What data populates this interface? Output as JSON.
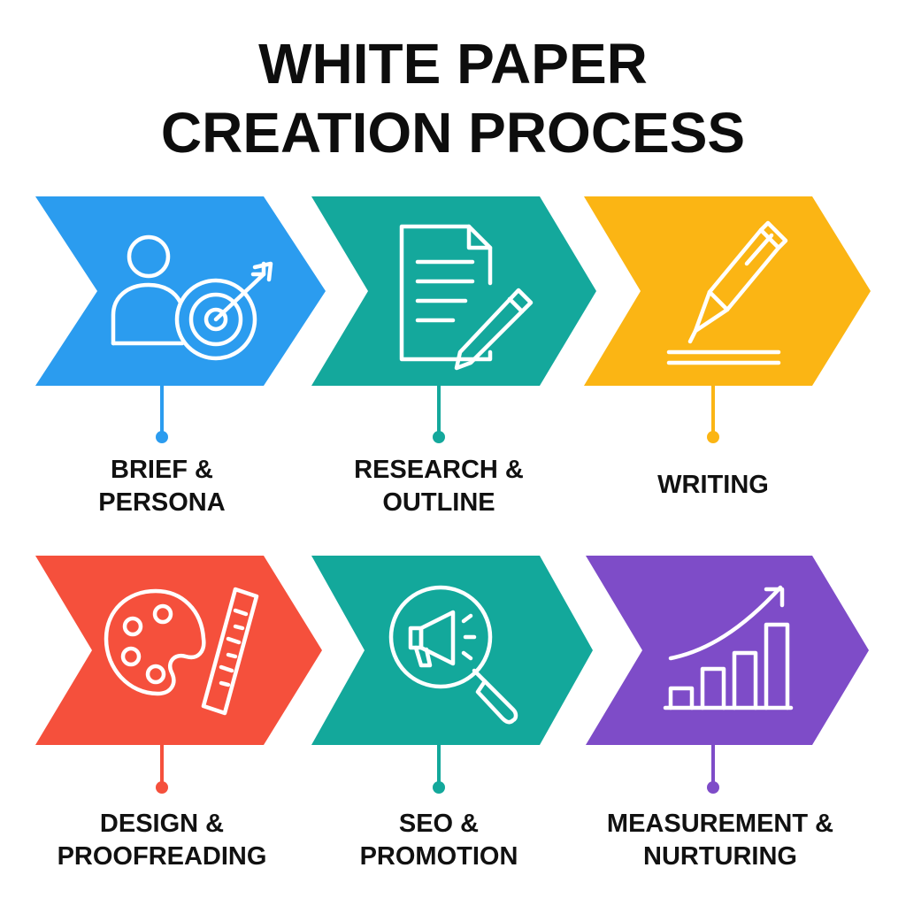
{
  "title": {
    "line1": "WHITE PAPER",
    "line2": "CREATION PROCESS"
  },
  "steps": [
    {
      "label_line1": "BRIEF &",
      "label_line2": "PERSONA",
      "color": "#2b9cef",
      "icon": "persona-target-icon"
    },
    {
      "label_line1": "RESEARCH &",
      "label_line2": "OUTLINE",
      "color": "#14a89c",
      "icon": "document-pencil-icon"
    },
    {
      "label_line1": "WRITING",
      "label_line2": "",
      "color": "#fbb514",
      "icon": "pen-icon"
    },
    {
      "label_line1": "DESIGN &",
      "label_line2": "PROOFREADING",
      "color": "#f5503c",
      "icon": "palette-ruler-icon"
    },
    {
      "label_line1": "SEO &",
      "label_line2": "PROMOTION",
      "color": "#13a89b",
      "icon": "megaphone-search-icon"
    },
    {
      "label_line1": "MEASUREMENT &",
      "label_line2": "NURTURING",
      "color": "#7e4cc8",
      "icon": "growth-chart-icon"
    }
  ]
}
